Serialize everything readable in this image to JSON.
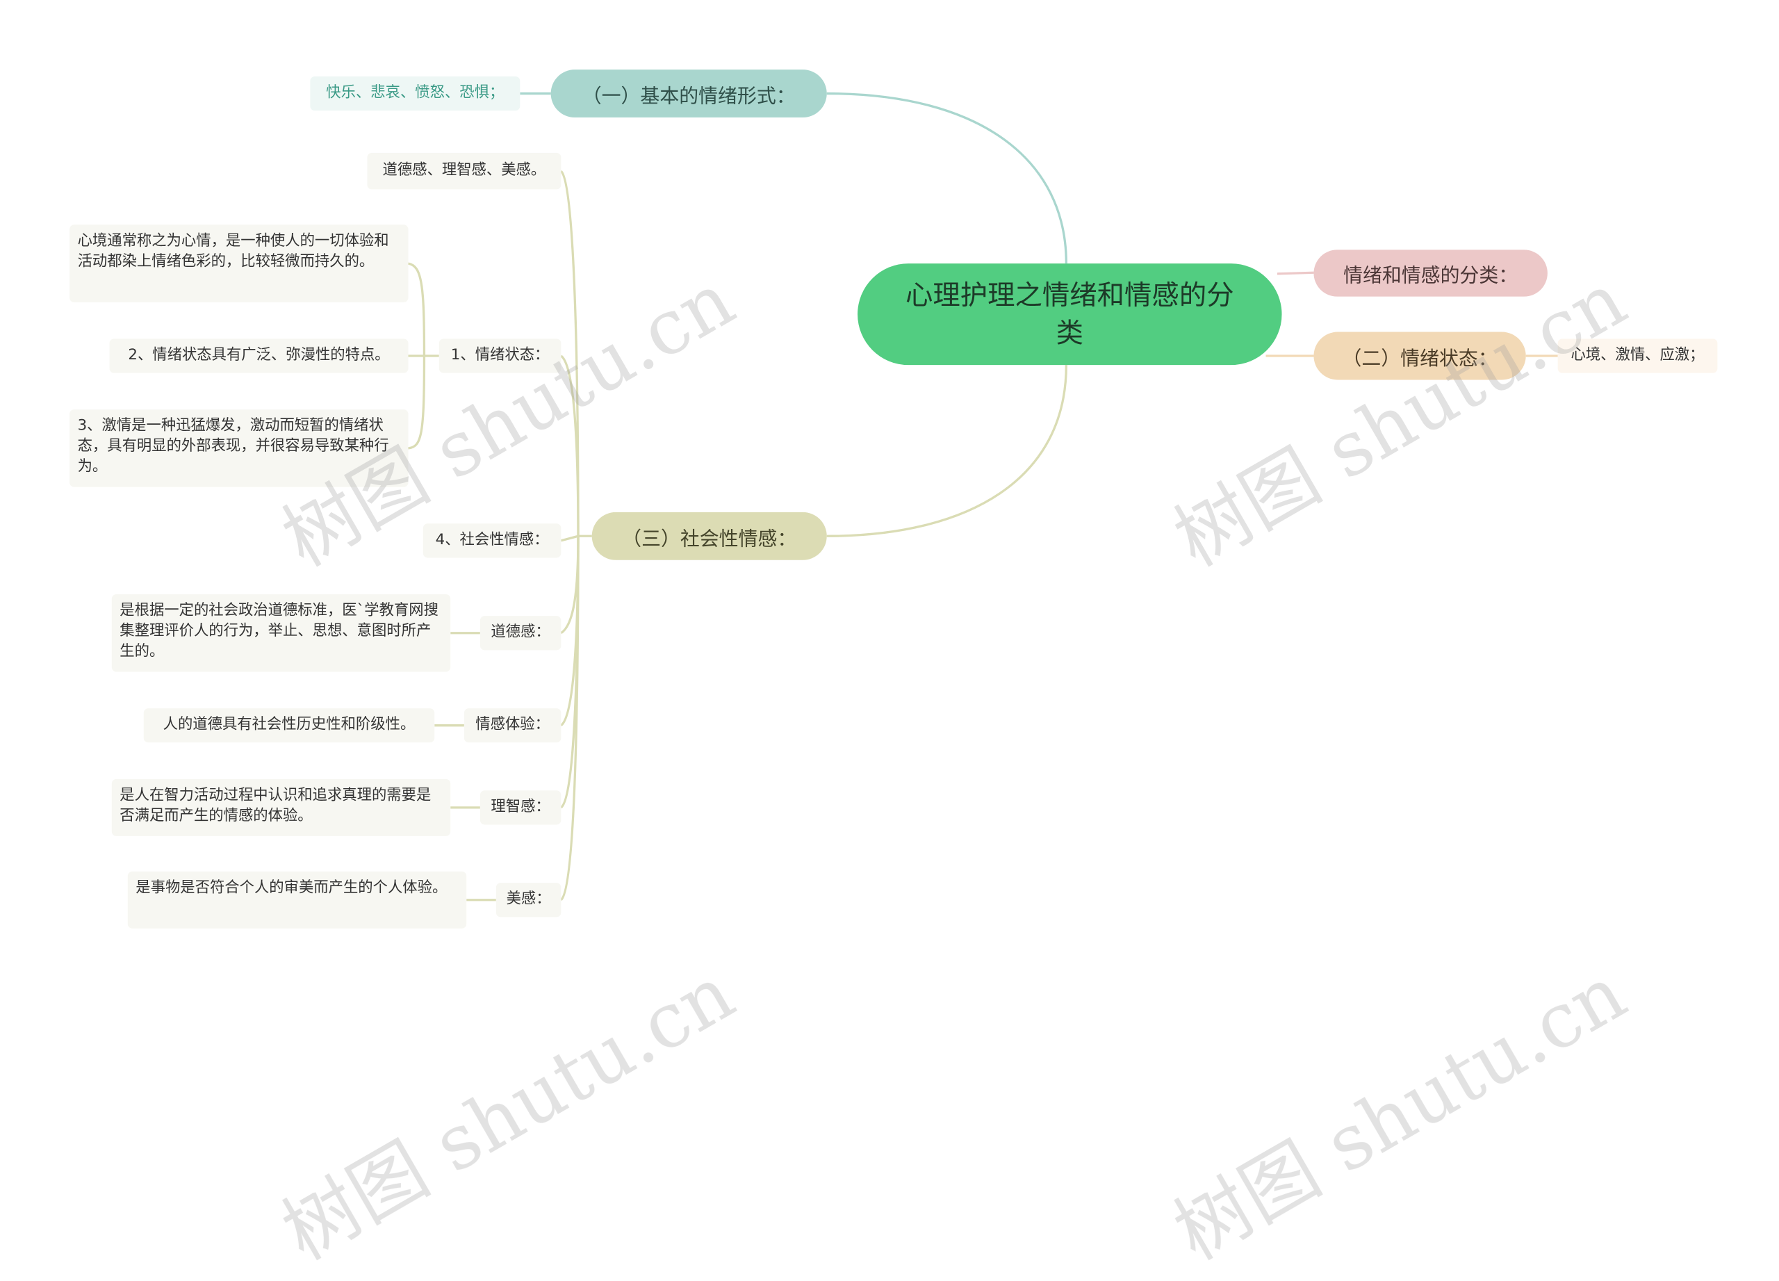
{
  "root": {
    "title": "心理护理之情绪和情感的分类"
  },
  "branches": {
    "b1": {
      "label": "（一）基本的情绪形式：",
      "child": "快乐、悲哀、愤怒、恐惧；"
    },
    "b2": {
      "label": "情绪和情感的分类："
    },
    "b3": {
      "label": "（二）情绪状态：",
      "child": "心境、激情、应激；"
    },
    "b4": {
      "label": "（三）社会性情感：",
      "items": {
        "i1": "道德感、理智感、美感。",
        "i2": {
          "label": "1、情绪状态：",
          "sub1": "心境通常称之为心情，是一种使人的一切体验和活动都染上情绪色彩的，比较轻微而持久的。",
          "sub2": "2、情绪状态具有广泛、弥漫性的特点。",
          "sub3": "3、激情是一种迅猛爆发，激动而短暂的情绪状态，具有明显的外部表现，并很容易导致某种行为。"
        },
        "i3": "4、社会性情感：",
        "i4": {
          "label": "道德感：",
          "desc": "是根据一定的社会政治道德标准，医`学教育网搜集整理评价人的行为，举止、思想、意图时所产生的。"
        },
        "i5": {
          "label": "情感体验：",
          "desc": "人的道德具有社会性历史性和阶级性。"
        },
        "i6": {
          "label": "理智感：",
          "desc": "是人在智力活动过程中认识和追求真理的需要是否满足而产生的情感的体验。"
        },
        "i7": {
          "label": "美感：",
          "desc": "是事物是否符合个人的审美而产生的个人体验。"
        }
      }
    }
  },
  "watermark": {
    "text": "树图 shutu.cn"
  },
  "colors": {
    "root": "#52cd81",
    "b1": "#a9d6ce",
    "b2": "#ecc8c8",
    "b3": "#f2d9b6",
    "b4": "#dcdcb4",
    "link_b1": "#a9d6ce",
    "link_b2": "#ecc8c8",
    "link_b3": "#f2d9b6",
    "link_b4": "#dadcb4"
  }
}
